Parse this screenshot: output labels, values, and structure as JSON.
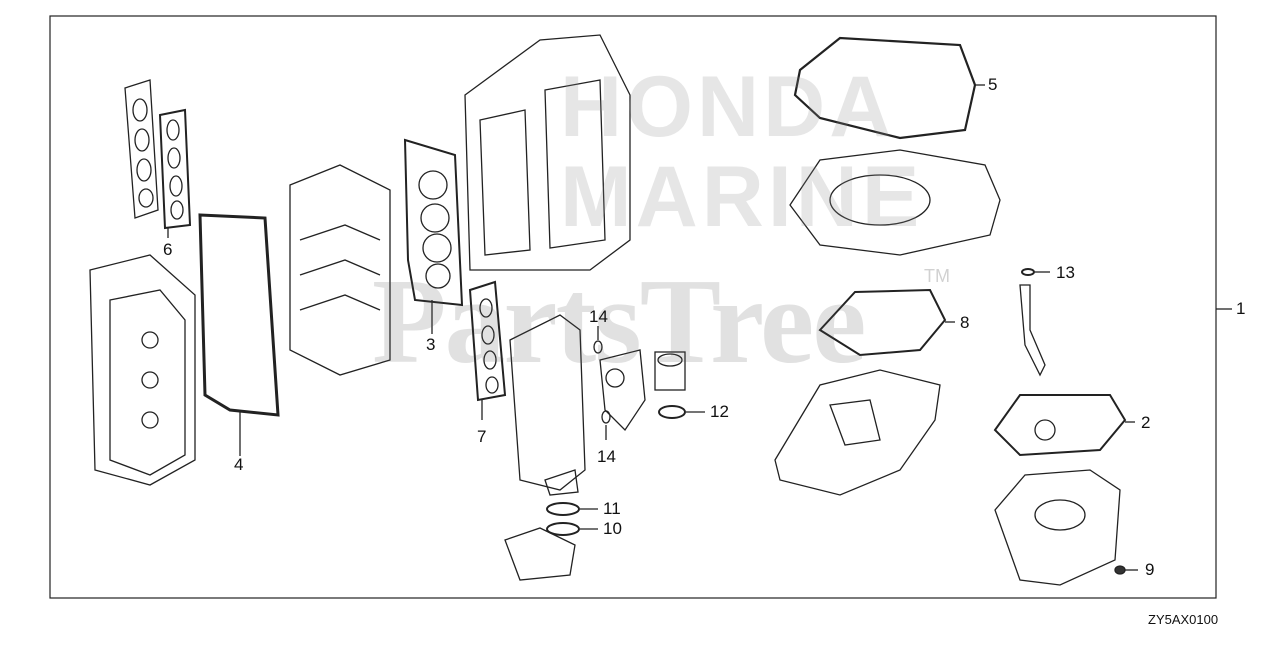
{
  "diagram": {
    "watermark_text": "PartsTree",
    "trademark": "TM",
    "brand_watermark_line1": "HONDA",
    "brand_watermark_line2": "MARINE",
    "diagram_code": "ZY5AX0100",
    "callouts": {
      "c1": "1",
      "c2": "2",
      "c3": "3",
      "c4": "4",
      "c5": "5",
      "c6": "6",
      "c7": "7",
      "c8": "8",
      "c9": "9",
      "c10": "10",
      "c11": "11",
      "c12": "12",
      "c13": "13",
      "c14a": "14",
      "c14b": "14"
    }
  }
}
